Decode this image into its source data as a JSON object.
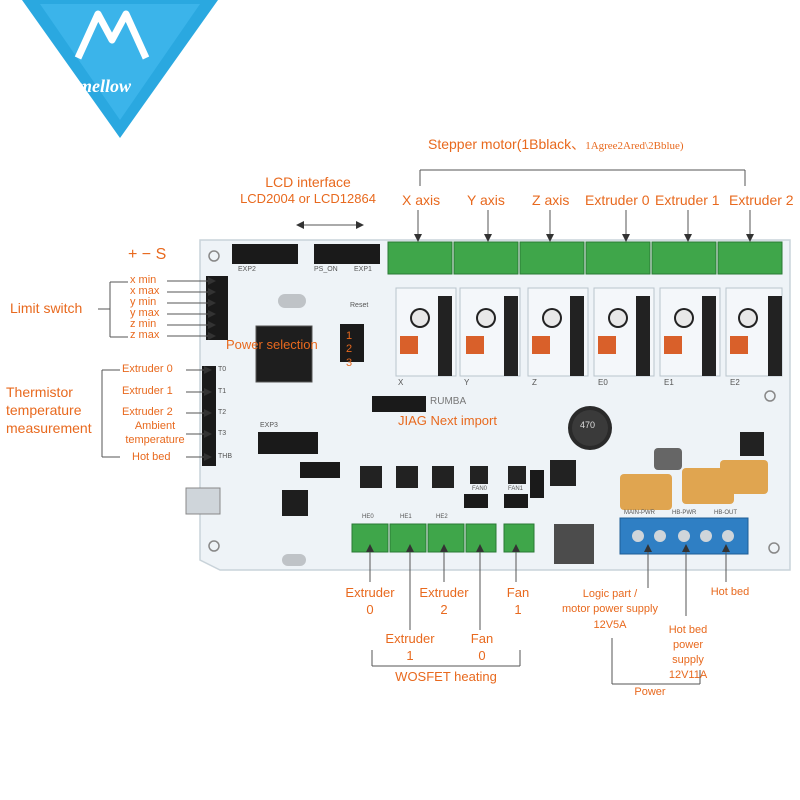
{
  "logo": {
    "text": "mellow"
  },
  "colors": {
    "accent": "#e8691e",
    "board": "#eef3f7",
    "connector": "#3fa64a",
    "terminal": "#2f7fc4",
    "capacitor": "#e0a550"
  },
  "top": {
    "stepper_title": "Stepper motor(1Bblack、",
    "stepper_title_tail": "1Agree2Ared\\2Bblue)",
    "lcd_line1": "LCD interface",
    "lcd_line2": "LCD2004 or LCD12864",
    "axes": [
      "X axis",
      "Y axis",
      "Z axis",
      "Extruder 0",
      "Extruder 1",
      "Extruder 2"
    ]
  },
  "left": {
    "pin_legend": "+ − S",
    "limit_switch": "Limit switch",
    "limit_items": [
      "x min",
      "x max",
      "y min",
      "y max",
      "z min",
      "z max"
    ],
    "thermistor_line1": "Thermistor",
    "thermistor_line2": "temperature",
    "thermistor_line3": "measurement",
    "thermistor_items": [
      "Extruder 0",
      "Extruder 1",
      "Extruder 2",
      "Ambient",
      "temperature",
      "Hot bed"
    ]
  },
  "center": {
    "power_selection": "Power selection",
    "ps_num_1": "1",
    "ps_num_2": "2",
    "ps_num_3": "3",
    "jtag": "JIAG Next import",
    "board_name": "RUMBA"
  },
  "bottom": {
    "extruder0_a": "Extruder",
    "extruder0_b": "0",
    "extruder1_a": "Extruder",
    "extruder1_b": "1",
    "extruder2_a": "Extruder",
    "extruder2_b": "2",
    "fan0_a": "Fan",
    "fan0_b": "0",
    "fan1_a": "Fan",
    "fan1_b": "1",
    "wosfet": "WOSFET heating",
    "logic_1": "Logic part /",
    "logic_2": "motor power supply",
    "logic_3": "12V5A",
    "hotbed_power_1": "Hot bed",
    "hotbed_power_2": "power",
    "hotbed_power_3": "supply",
    "hotbed_power_4": "12V11A",
    "hot_bed": "Hot bed",
    "power": "Power"
  },
  "board_silk": {
    "driver_labels": [
      "X",
      "Y",
      "Z",
      "E0",
      "E1",
      "E2"
    ],
    "exp1": "EXP1",
    "exp2": "EXP2",
    "exp3": "EXP3",
    "reset": "Reset",
    "ps_on": "PS_ON",
    "t_labels": [
      "T0",
      "T1",
      "T2",
      "T3",
      "THB"
    ],
    "he_labels": [
      "HE0",
      "HE1",
      "HE2",
      "FAN0",
      "FAN1"
    ],
    "cap_text": "470",
    "out_labels": [
      "MAIN-PWR",
      "HB-PWR",
      "HB-OUT"
    ]
  }
}
